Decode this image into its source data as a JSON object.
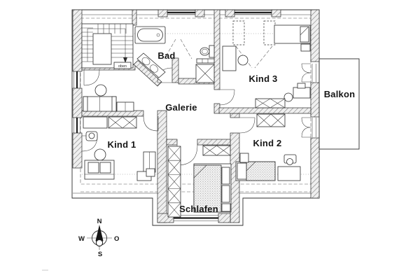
{
  "plan": {
    "rooms": {
      "bad": "Bad",
      "kind3": "Kind 3",
      "balkon": "Balkon",
      "galerie": "Galerie",
      "kind1": "Kind 1",
      "kind2": "Kind 2",
      "schlafen": "Schlafen"
    },
    "stairs": {
      "direction_label": "oben"
    },
    "compass": {
      "n": "N",
      "o": "O",
      "s": "S",
      "w": "W"
    },
    "colors": {
      "line": "#2c2c2c",
      "wall_fill": "#efefef",
      "paper": "#ffffff"
    }
  }
}
